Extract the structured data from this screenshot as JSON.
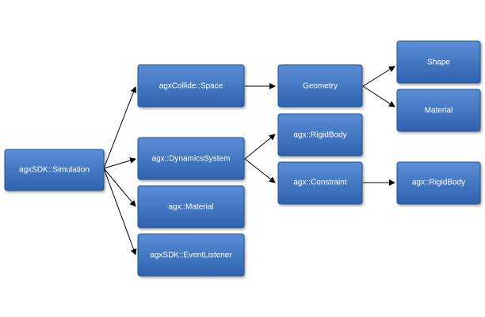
{
  "diagram": {
    "theme": {
      "box_fill_top": "#5a8ed6",
      "box_fill_bottom": "#2f62ae",
      "box_stroke": "#23528f",
      "text_color": "#ffffff",
      "arrow_color": "#000000"
    },
    "nodes": {
      "simulation": "agxSDK::Simulation",
      "space": "agxCollide::Space",
      "dynamics": "agx::DynamicsSystem",
      "material1": "agx::Material",
      "listener": "agxSDK::EventListener",
      "geometry": "Geometry",
      "shape": "Shape",
      "material2": "Material",
      "rigidbody1": "agx::RigidBody",
      "constraint": "agx::Constraint",
      "rigidbody2": "agx::RigidBody"
    }
  }
}
